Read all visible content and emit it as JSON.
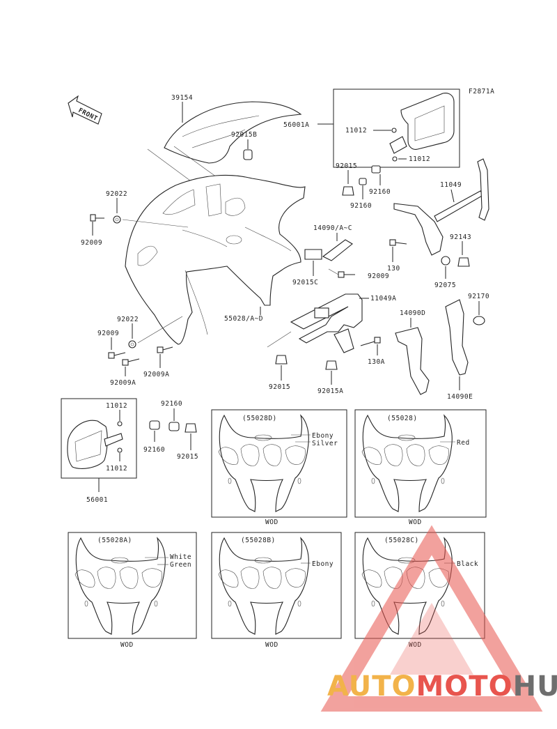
{
  "figure_code": "F2871A",
  "front_label": "FRONT",
  "part_labels": {
    "p39154": "39154",
    "p92015B": "92015B",
    "p56001A": "56001A",
    "p11012a": "11012",
    "p11012b": "11012",
    "p92015a": "92015",
    "p92160a": "92160",
    "p92160b": "92160",
    "p11049": "11049",
    "p92022a": "92022",
    "p92009a": "92009",
    "p14090AC": "14090/A~C",
    "p92143": "92143",
    "p130": "130",
    "p92009b": "92009",
    "p92015C": "92015C",
    "p92075": "92075",
    "p11049A": "11049A",
    "p92170": "92170",
    "p55028AD": "55028/A~D",
    "p14090D": "14090D",
    "p92022b": "92022",
    "p92009c": "92009",
    "p130A": "130A",
    "p92009A1": "92009A",
    "p92009A2": "92009A",
    "p92015b": "92015",
    "p92015A": "92015A",
    "p14090E": "14090E",
    "p11012c": "11012",
    "p11012d": "11012",
    "p92160c": "92160",
    "p92160d": "92160",
    "p92015c": "92015",
    "p56001": "56001"
  },
  "variants": [
    {
      "code": "(55028D)",
      "colors": [
        "Ebony",
        "Silver"
      ],
      "footer": "WOD"
    },
    {
      "code": "(55028)",
      "colors": [
        "Red"
      ],
      "footer": "WOD"
    },
    {
      "code": "(55028A)",
      "colors": [
        "White",
        "Green"
      ],
      "footer": "WOD"
    },
    {
      "code": "(55028B)",
      "colors": [
        "Ebony"
      ],
      "footer": "WOD"
    },
    {
      "code": "(55028C)",
      "colors": [
        "Black"
      ],
      "footer": "WOD"
    }
  ],
  "watermark": {
    "part1": "AUTO",
    "part2": "MOTO",
    "part3": "HUB"
  },
  "colors": {
    "watermark_orange": "#f2b34a",
    "watermark_red": "#e8554e",
    "watermark_gray": "#6e6e6e"
  }
}
